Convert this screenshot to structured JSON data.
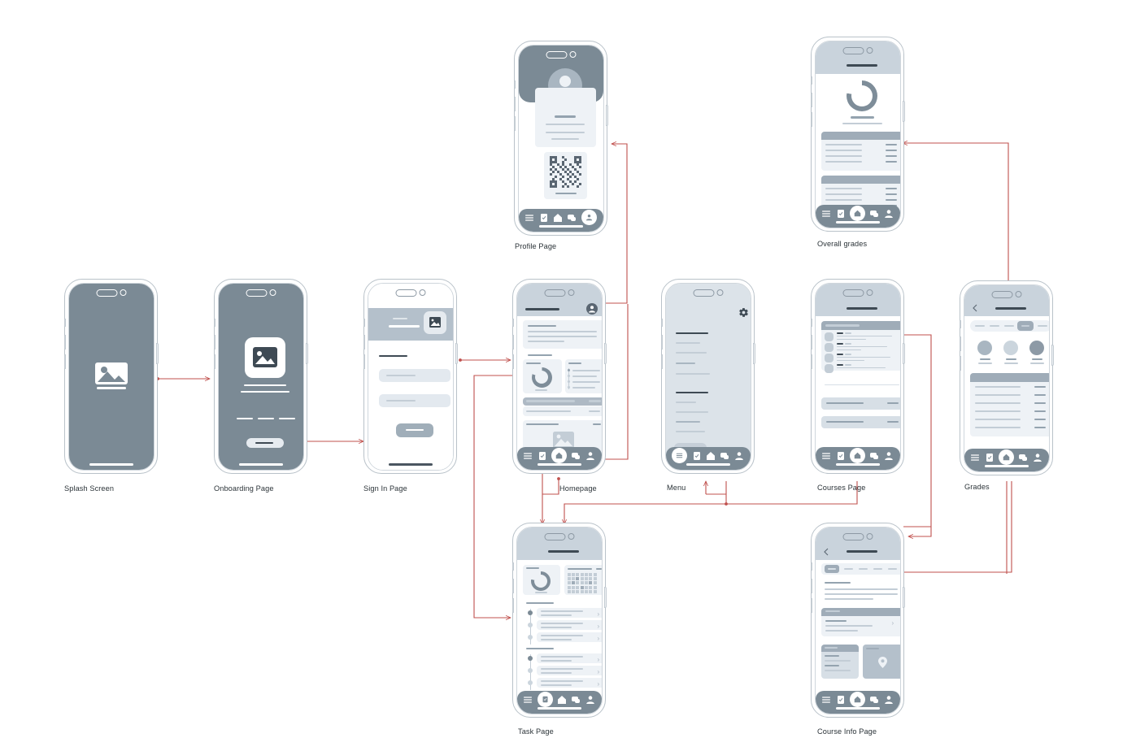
{
  "diagram": {
    "title": "Mobile App User Flow",
    "background": "#ffffff",
    "connector_color": "#c0504d",
    "accent_colors": {
      "phone_frame": "#b9c2c9",
      "screen_dark": "#7b8a95",
      "header_blue": "#c9d3dc",
      "panel": "#eef2f6",
      "text_dark": "#3e4a54",
      "nav_bar": "#7b8a95"
    }
  },
  "screens": [
    {
      "id": "splash",
      "caption": "Splash Screen",
      "type": "dark-splash",
      "content": "centered image placeholder icon on solid gray background"
    },
    {
      "id": "onboarding",
      "caption": "Onboarding Page",
      "type": "dark-onboarding",
      "content": "rounded white card with image icon, two text lines, three dashes, pill button"
    },
    {
      "id": "signin",
      "caption": "Sign In Page",
      "type": "light-form",
      "content": "gray header band with logo tile, white sheet with title, two input fields, submit button"
    },
    {
      "id": "homepage",
      "caption": "Homepage",
      "type": "light-dashboard",
      "content": "header with avatar, text card, donut chart card, list card, banner row, image card, bottom nav"
    },
    {
      "id": "menu",
      "caption": "Menu",
      "type": "light-menu",
      "content": "gear icon, two grouped menu lists, pill button, bottom nav with menu active"
    },
    {
      "id": "courses",
      "caption": "Courses Page",
      "type": "light-list",
      "content": "header bar, panel with four course rows with thumbnails, divider, two wide rows, bottom nav"
    },
    {
      "id": "grades",
      "caption": "Grades",
      "type": "light-grades",
      "content": "back chevron, header, segmented filter chips, three circle stats, table panel with rows and values"
    },
    {
      "id": "profile",
      "caption": "Profile Page",
      "type": "dark-profile",
      "content": "dark header, avatar circle, white info card, QR code card, bottom nav with profile active"
    },
    {
      "id": "overall-grades",
      "caption": "Overall grades",
      "type": "light-overall",
      "content": "header band, large donut chart, two grade table panels with row values, bottom nav"
    },
    {
      "id": "task",
      "caption": "Task Page",
      "type": "light-task",
      "content": "header band, donut card and calendar card, two timelines of task rows with chevrons, bottom nav"
    },
    {
      "id": "course-info",
      "caption": "Course Info Page",
      "type": "light-courseinfo",
      "content": "back chevron, header, tab chips, paragraph, expandable row panel, info card and map card, bottom nav"
    }
  ],
  "flows": [
    {
      "from": "splash",
      "to": "onboarding"
    },
    {
      "from": "onboarding",
      "to": "signin"
    },
    {
      "from": "signin",
      "to": "homepage"
    },
    {
      "from": "homepage",
      "to": "profile"
    },
    {
      "from": "homepage",
      "to": "task"
    },
    {
      "from": "homepage",
      "to": "menu"
    },
    {
      "from": "menu",
      "to": "task"
    },
    {
      "from": "courses",
      "to": "grades"
    },
    {
      "from": "courses",
      "to": "course-info"
    },
    {
      "from": "grades",
      "to": "overall-grades"
    },
    {
      "from": "course-info",
      "to": "grades"
    },
    {
      "from": "courses",
      "to": "task"
    }
  ]
}
